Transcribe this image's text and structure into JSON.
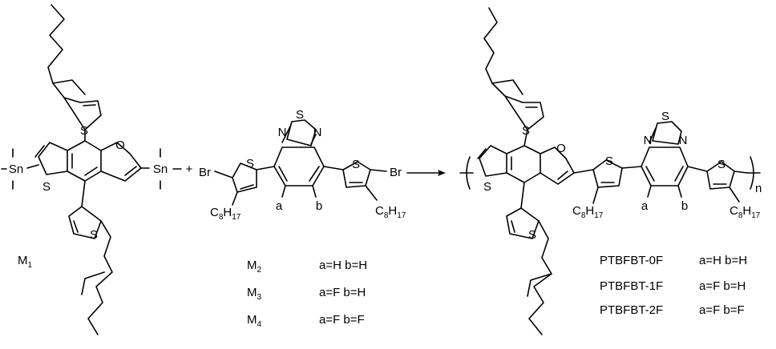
{
  "atoms": {
    "sulfur": "S",
    "oxygen": "O",
    "nitrogen": "N",
    "bromine": "Br",
    "tin": "Sn",
    "fluoro_pos_a": "a",
    "fluoro_pos_b": "b"
  },
  "plus_sign": "+",
  "octyl": {
    "main": "C",
    "sub1": "8",
    "h": "H",
    "sub2": "17"
  },
  "polymer_repeat": "n",
  "monomer_bdf": {
    "name": "M",
    "sub": "1"
  },
  "monomer_table": [
    {
      "name": "M",
      "sub": "2",
      "subst": "a=H b=H"
    },
    {
      "name": "M",
      "sub": "3",
      "subst": "a=F b=H"
    },
    {
      "name": "M",
      "sub": "4",
      "subst": "a=F b=F"
    }
  ],
  "polymer_table": [
    {
      "name": "PTBFBT-0F",
      "subst": "a=H b=H"
    },
    {
      "name": "PTBFBT-1F",
      "subst": "a=F b=H"
    },
    {
      "name": "PTBFBT-2F",
      "subst": "a=F b=F"
    }
  ]
}
